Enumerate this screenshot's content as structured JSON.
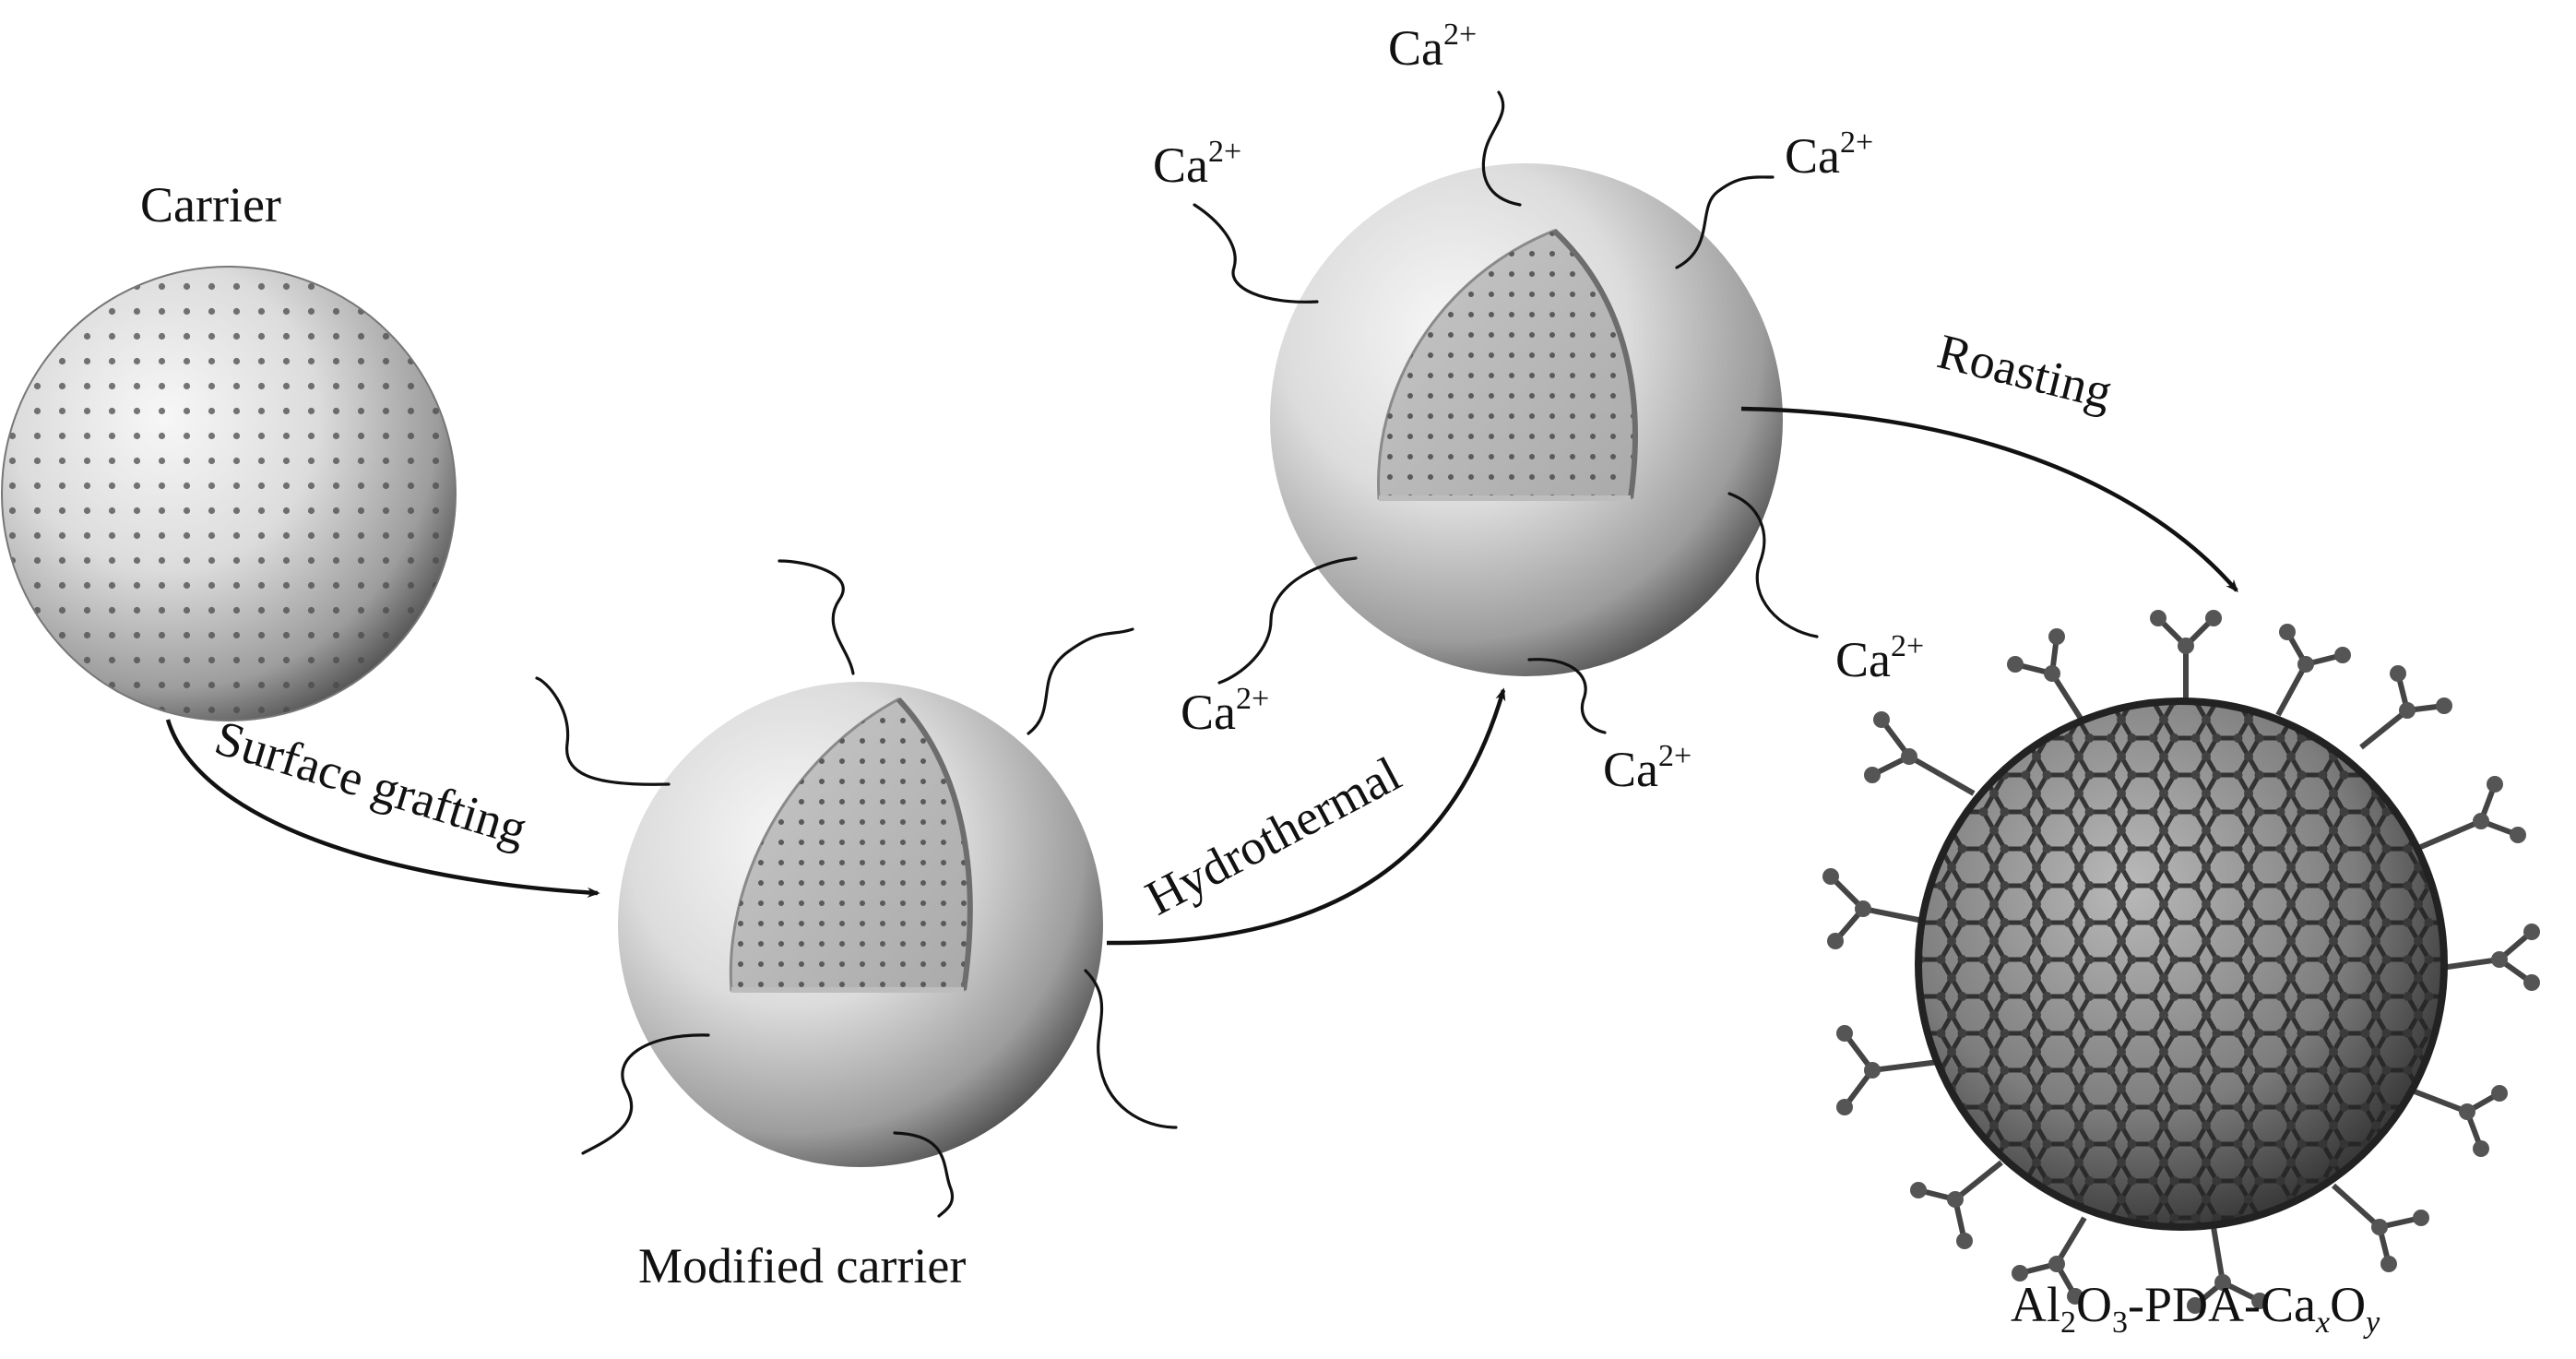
{
  "labels": {
    "carrier": "Carrier",
    "modified_carrier": "Modified carrier",
    "step_surface_grafting": "Surface grafting",
    "step_hydrothermal": "Hydrothermal",
    "step_roasting": "Roasting",
    "ion_base": "Ca",
    "ion_charge": "2+",
    "product_parts": [
      "Al",
      "2",
      "O",
      "3",
      "-PDA-Ca",
      "x",
      "O",
      "y"
    ]
  }
}
